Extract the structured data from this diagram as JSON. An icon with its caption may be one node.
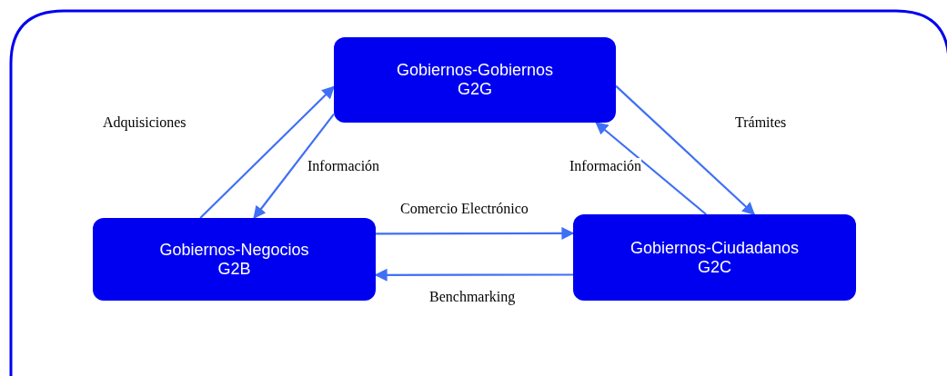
{
  "diagram": {
    "nodes": [
      {
        "text": [
          "Gobiernos-Gobiernos G2G"
        ]
      },
      {
        "text": [
          "Gobiernos-Negocios G2B"
        ]
      },
      {
        "text": [
          "Gobiernos-Ciudadanos G2C"
        ]
      }
    ],
    "edges": [
      {
        "from": 1,
        "to": 0,
        "arrow": "to",
        "label": "Adquisiciones"
      },
      {
        "from": 0,
        "to": 1,
        "arrow": "to",
        "label": "Información"
      },
      {
        "from": 0,
        "to": 2,
        "arrow": "to",
        "label": "Trámites"
      },
      {
        "from": 2,
        "to": 0,
        "arrow": "to",
        "label": "Información"
      },
      {
        "from": 1,
        "to": 2,
        "arrow": "to",
        "label": "Comercio Electrónico"
      },
      {
        "from": 2,
        "to": 1,
        "arrow": "to",
        "label": "Benchmarking"
      }
    ]
  }
}
